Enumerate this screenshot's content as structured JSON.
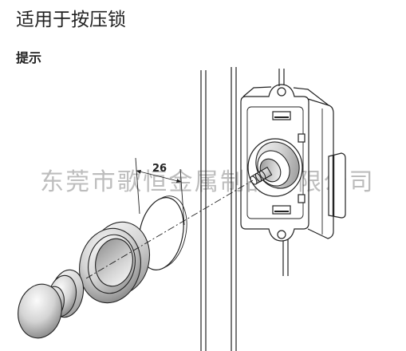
{
  "header": {
    "title": "适用于按压锁",
    "subtitle": "提示"
  },
  "drawing": {
    "dimension_label": "26"
  },
  "watermark": {
    "text": "东莞市歌恒金属制品有限公司"
  },
  "colors": {
    "background": "#ffffff",
    "text": "#222222",
    "line": "#222222",
    "watermark": "#bdbdbd",
    "metal_light": "#fbfbfb",
    "metal_mid": "#d4d4d4",
    "metal_dark": "#8a8a8a"
  }
}
